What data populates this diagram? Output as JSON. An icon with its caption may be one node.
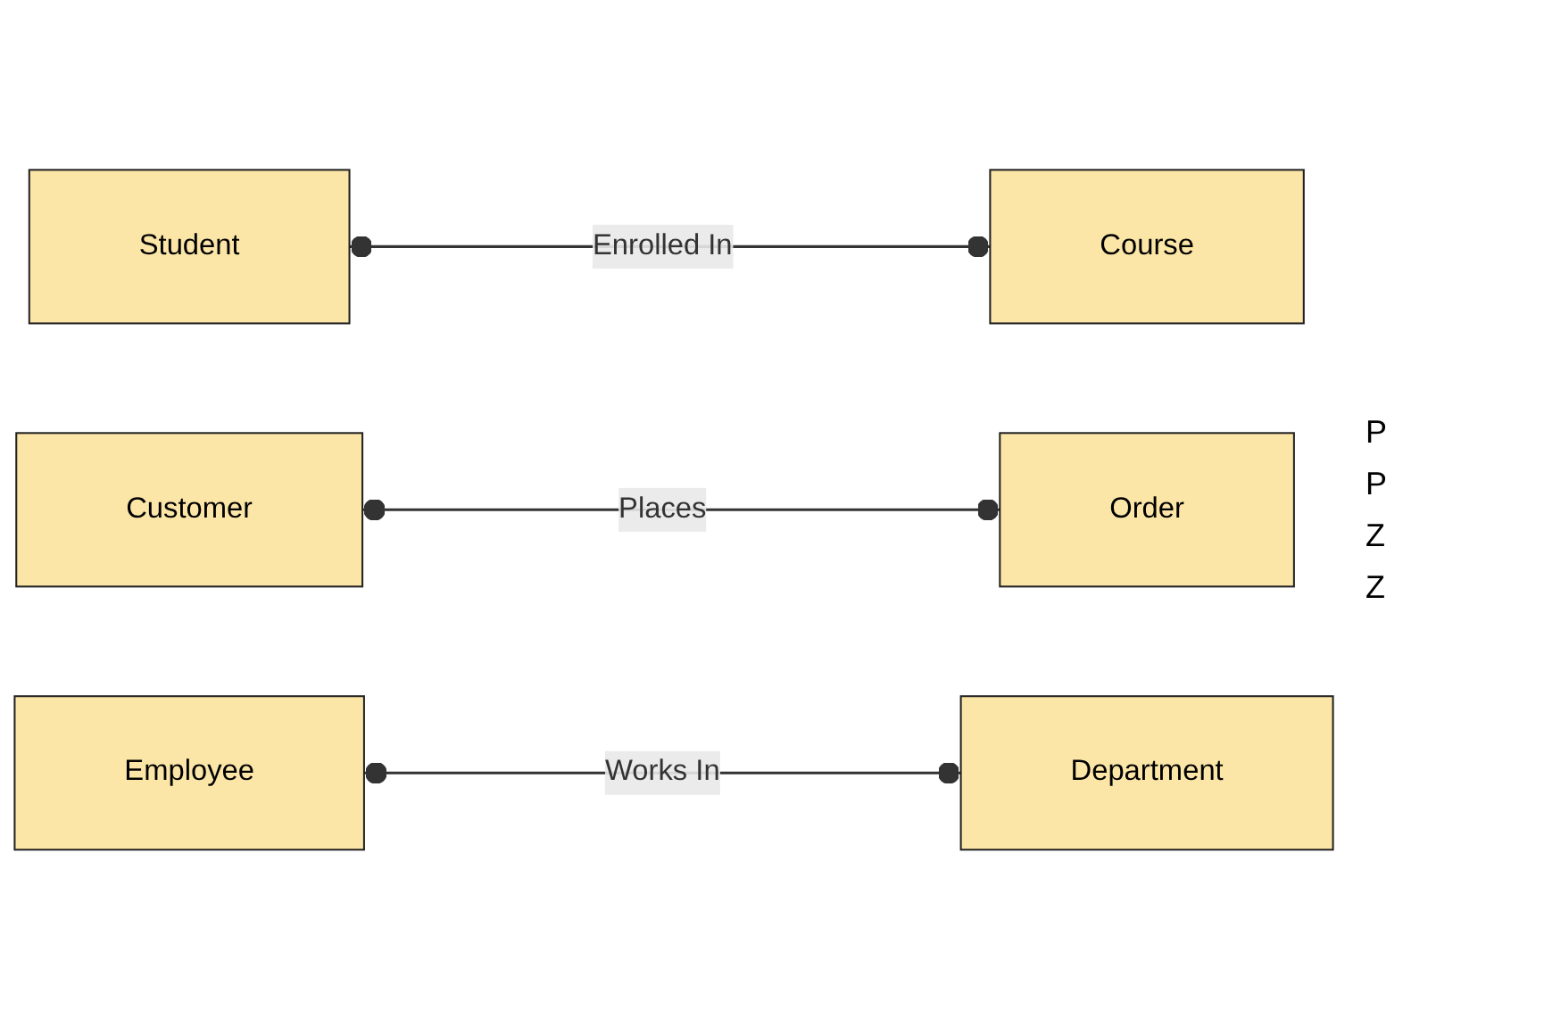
{
  "diagram": {
    "nodes": [
      {
        "text": [
          "Student"
        ]
      },
      {
        "text": [
          "Course"
        ]
      },
      {
        "text": [
          "Customer"
        ]
      },
      {
        "text": [
          "Order"
        ]
      },
      {
        "text": [
          "Employee"
        ]
      },
      {
        "text": [
          "Department"
        ]
      }
    ],
    "edges": [
      {
        "from": 0,
        "to": 1,
        "arrow": "other",
        "label": "Enrolled In"
      },
      {
        "from": 2,
        "to": 3,
        "arrow": "other",
        "label": "Places"
      },
      {
        "from": 4,
        "to": 5,
        "arrow": "other",
        "label": "Works In"
      }
    ],
    "labels": [
      "P",
      "P",
      "Z",
      "Z"
    ]
  }
}
